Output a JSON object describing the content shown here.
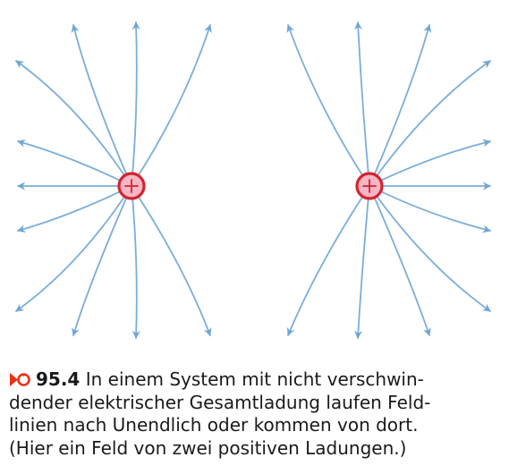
{
  "colors": {
    "field_line": "#7aaedb",
    "arrowhead": "#6fa6d6",
    "charge_fill": "#f6b6c6",
    "charge_outline": "#d4232e",
    "caption_icon": "#e63212",
    "text": "#1a1a1a"
  },
  "charges": [
    {
      "sign": "+",
      "description": "left positive charge"
    },
    {
      "sign": "+",
      "description": "right positive charge"
    }
  ],
  "caption": {
    "icon": "figure-reference-icon",
    "figure_number": "95.4",
    "lines": [
      "In einem System mit nicht verschwin-",
      "dender elektrischer Gesamtladung laufen Feld-",
      "linien nach Unendlich oder kommen von dort.",
      "(Hier ein Feld von zwei positiven Ladungen.)"
    ]
  }
}
